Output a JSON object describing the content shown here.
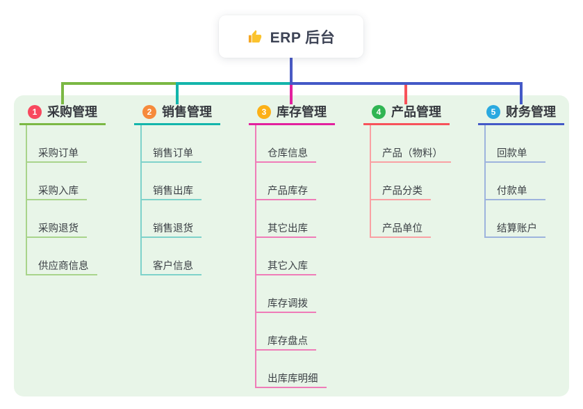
{
  "root": {
    "label": "ERP 后台",
    "icon": "thumbs-up-icon"
  },
  "colors": {
    "page_background": "#ffffff",
    "panel_background": "#e8f5e8",
    "trunk_blue": "#4a5ac4"
  },
  "branches": [
    {
      "number": "1",
      "title": "采购管理",
      "badge_color": "#f8485e",
      "line_color": "#7bb844",
      "sub_line_color": "#a8d48b",
      "items": [
        "采购订单",
        "采购入库",
        "采购退货",
        "供应商信息"
      ]
    },
    {
      "number": "2",
      "title": "销售管理",
      "badge_color": "#f68a3c",
      "line_color": "#13b5ab",
      "sub_line_color": "#7ed2ca",
      "items": [
        "销售订单",
        "销售出库",
        "销售退货",
        "客户信息"
      ]
    },
    {
      "number": "3",
      "title": "库存管理",
      "badge_color": "#fcb016",
      "line_color": "#e2219e",
      "sub_line_color": "#ef7cb8",
      "items": [
        "仓库信息",
        "产品库存",
        "其它出库",
        "其它入库",
        "库存调拨",
        "库存盘点",
        "出库库明细"
      ]
    },
    {
      "number": "4",
      "title": "产品管理",
      "badge_color": "#30b553",
      "line_color": "#f7525a",
      "sub_line_color": "#f9a0a3",
      "items": [
        "产品（物料）",
        "产品分类",
        "产品单位"
      ]
    },
    {
      "number": "5",
      "title": "财务管理",
      "badge_color": "#2aa9e0",
      "line_color": "#4459c7",
      "sub_line_color": "#9db3dd",
      "items": [
        "回款单",
        "付款单",
        "结算账户"
      ]
    }
  ]
}
